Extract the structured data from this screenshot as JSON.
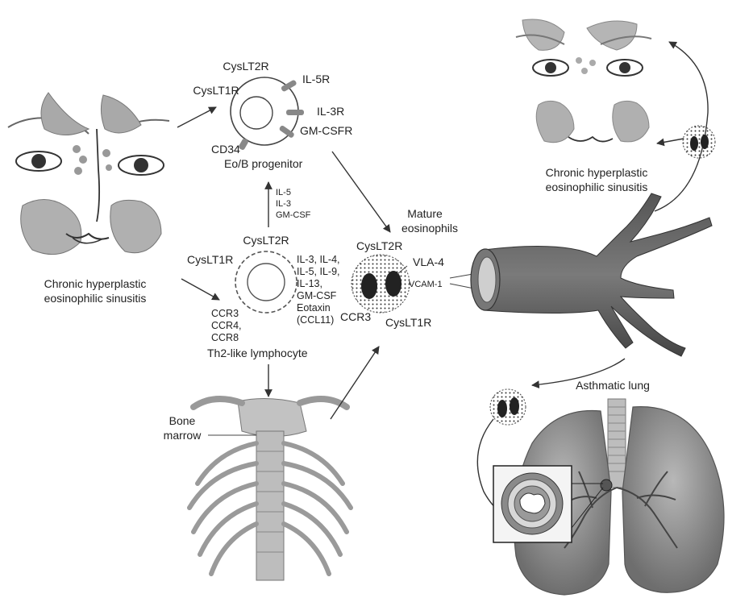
{
  "left_face": {
    "caption_line1": "Chronic hyperplastic",
    "caption_line2": "eosinophilic sinusitis"
  },
  "right_face": {
    "caption_line1": "Chronic hyperplastic",
    "caption_line2": "eosinophilic sinusitis"
  },
  "progenitor": {
    "receptors": {
      "cyslt2r": "CysLT2R",
      "cyslt1r": "CysLT1R",
      "il5r": "IL-5R",
      "il3r": "IL-3R",
      "gmcsfr": "GM-CSFR",
      "cd34": "CD34"
    },
    "name": "Eo/B progenitor"
  },
  "cytokines_up": [
    "IL-5",
    "IL-3",
    "GM-CSF"
  ],
  "lymphocyte": {
    "cyslt2r": "CysLT2R",
    "cyslt1r": "CysLT1R",
    "chemokine_receptors": [
      "CCR3",
      "CCR4,",
      "CCR8"
    ],
    "secreted": [
      "IL-3, IL-4,",
      "IL-5, IL-9,",
      "IL-13,",
      "GM-CSF",
      "Eotaxin",
      "(CCL11)"
    ],
    "name": "Th2-like lymphocyte"
  },
  "bone_marrow": {
    "line1": "Bone",
    "line2": "marrow"
  },
  "eosinophil": {
    "title_line1": "Mature",
    "title_line2": "eosinophils",
    "cyslt2r": "CysLT2R",
    "vla4": "VLA-4",
    "vcam1": "VCAM-1",
    "ccr3": "CCR3",
    "cyslt1r": "CysLT1R"
  },
  "lung": {
    "label": "Asthmatic lung"
  },
  "colors": {
    "ink": "#222222",
    "organ": "#9a9a9a",
    "dark_organ": "#5a5a5a",
    "arrow": "#333333"
  }
}
